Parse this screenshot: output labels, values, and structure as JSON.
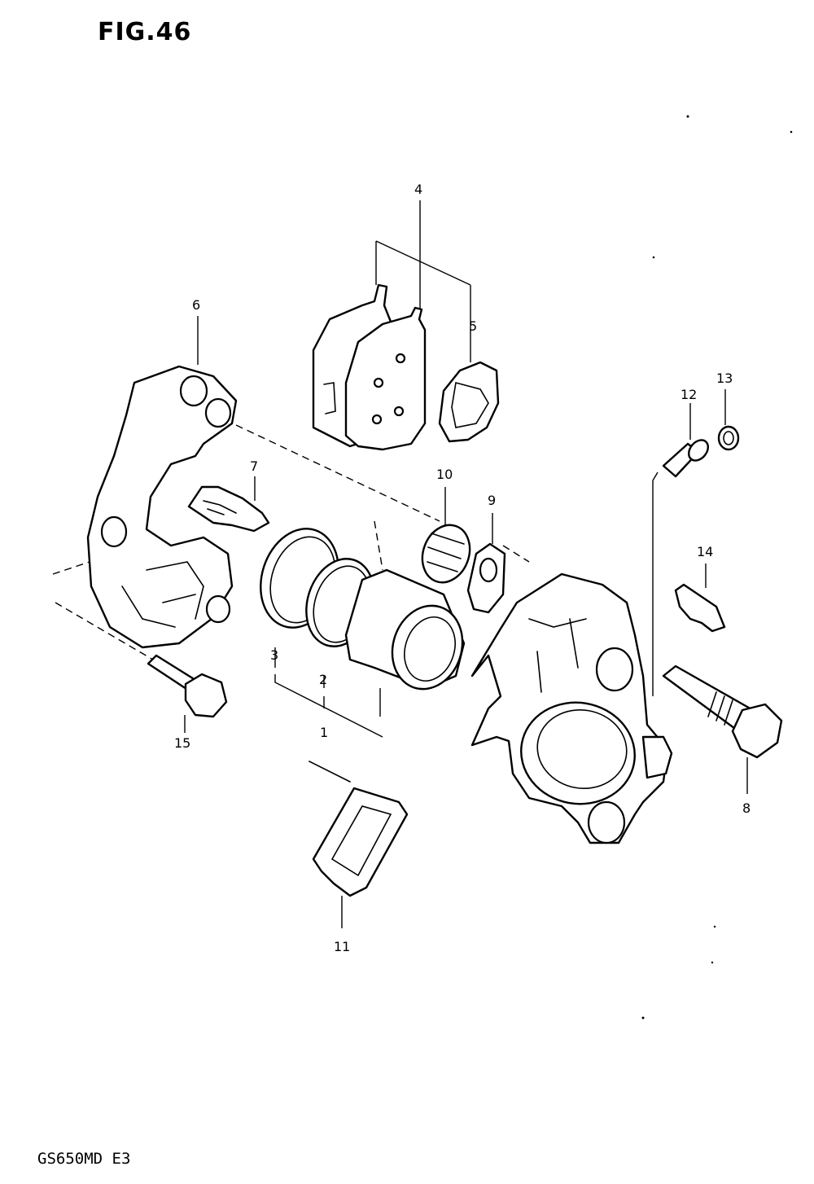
{
  "figure": {
    "title": "FIG.46",
    "model_code": "GS650MD  E3"
  },
  "callouts": [
    {
      "id": "c1",
      "text": "1"
    },
    {
      "id": "c2",
      "text": "2"
    },
    {
      "id": "c3",
      "text": "3"
    },
    {
      "id": "c4",
      "text": "4"
    },
    {
      "id": "c5",
      "text": "5"
    },
    {
      "id": "c6",
      "text": "6"
    },
    {
      "id": "c7",
      "text": "7"
    },
    {
      "id": "c8",
      "text": "8"
    },
    {
      "id": "c9",
      "text": "9"
    },
    {
      "id": "c10",
      "text": "10"
    },
    {
      "id": "c11",
      "text": "11"
    },
    {
      "id": "c12",
      "text": "12"
    },
    {
      "id": "c13",
      "text": "13"
    },
    {
      "id": "c14",
      "text": "14"
    },
    {
      "id": "c15",
      "text": "15"
    }
  ]
}
